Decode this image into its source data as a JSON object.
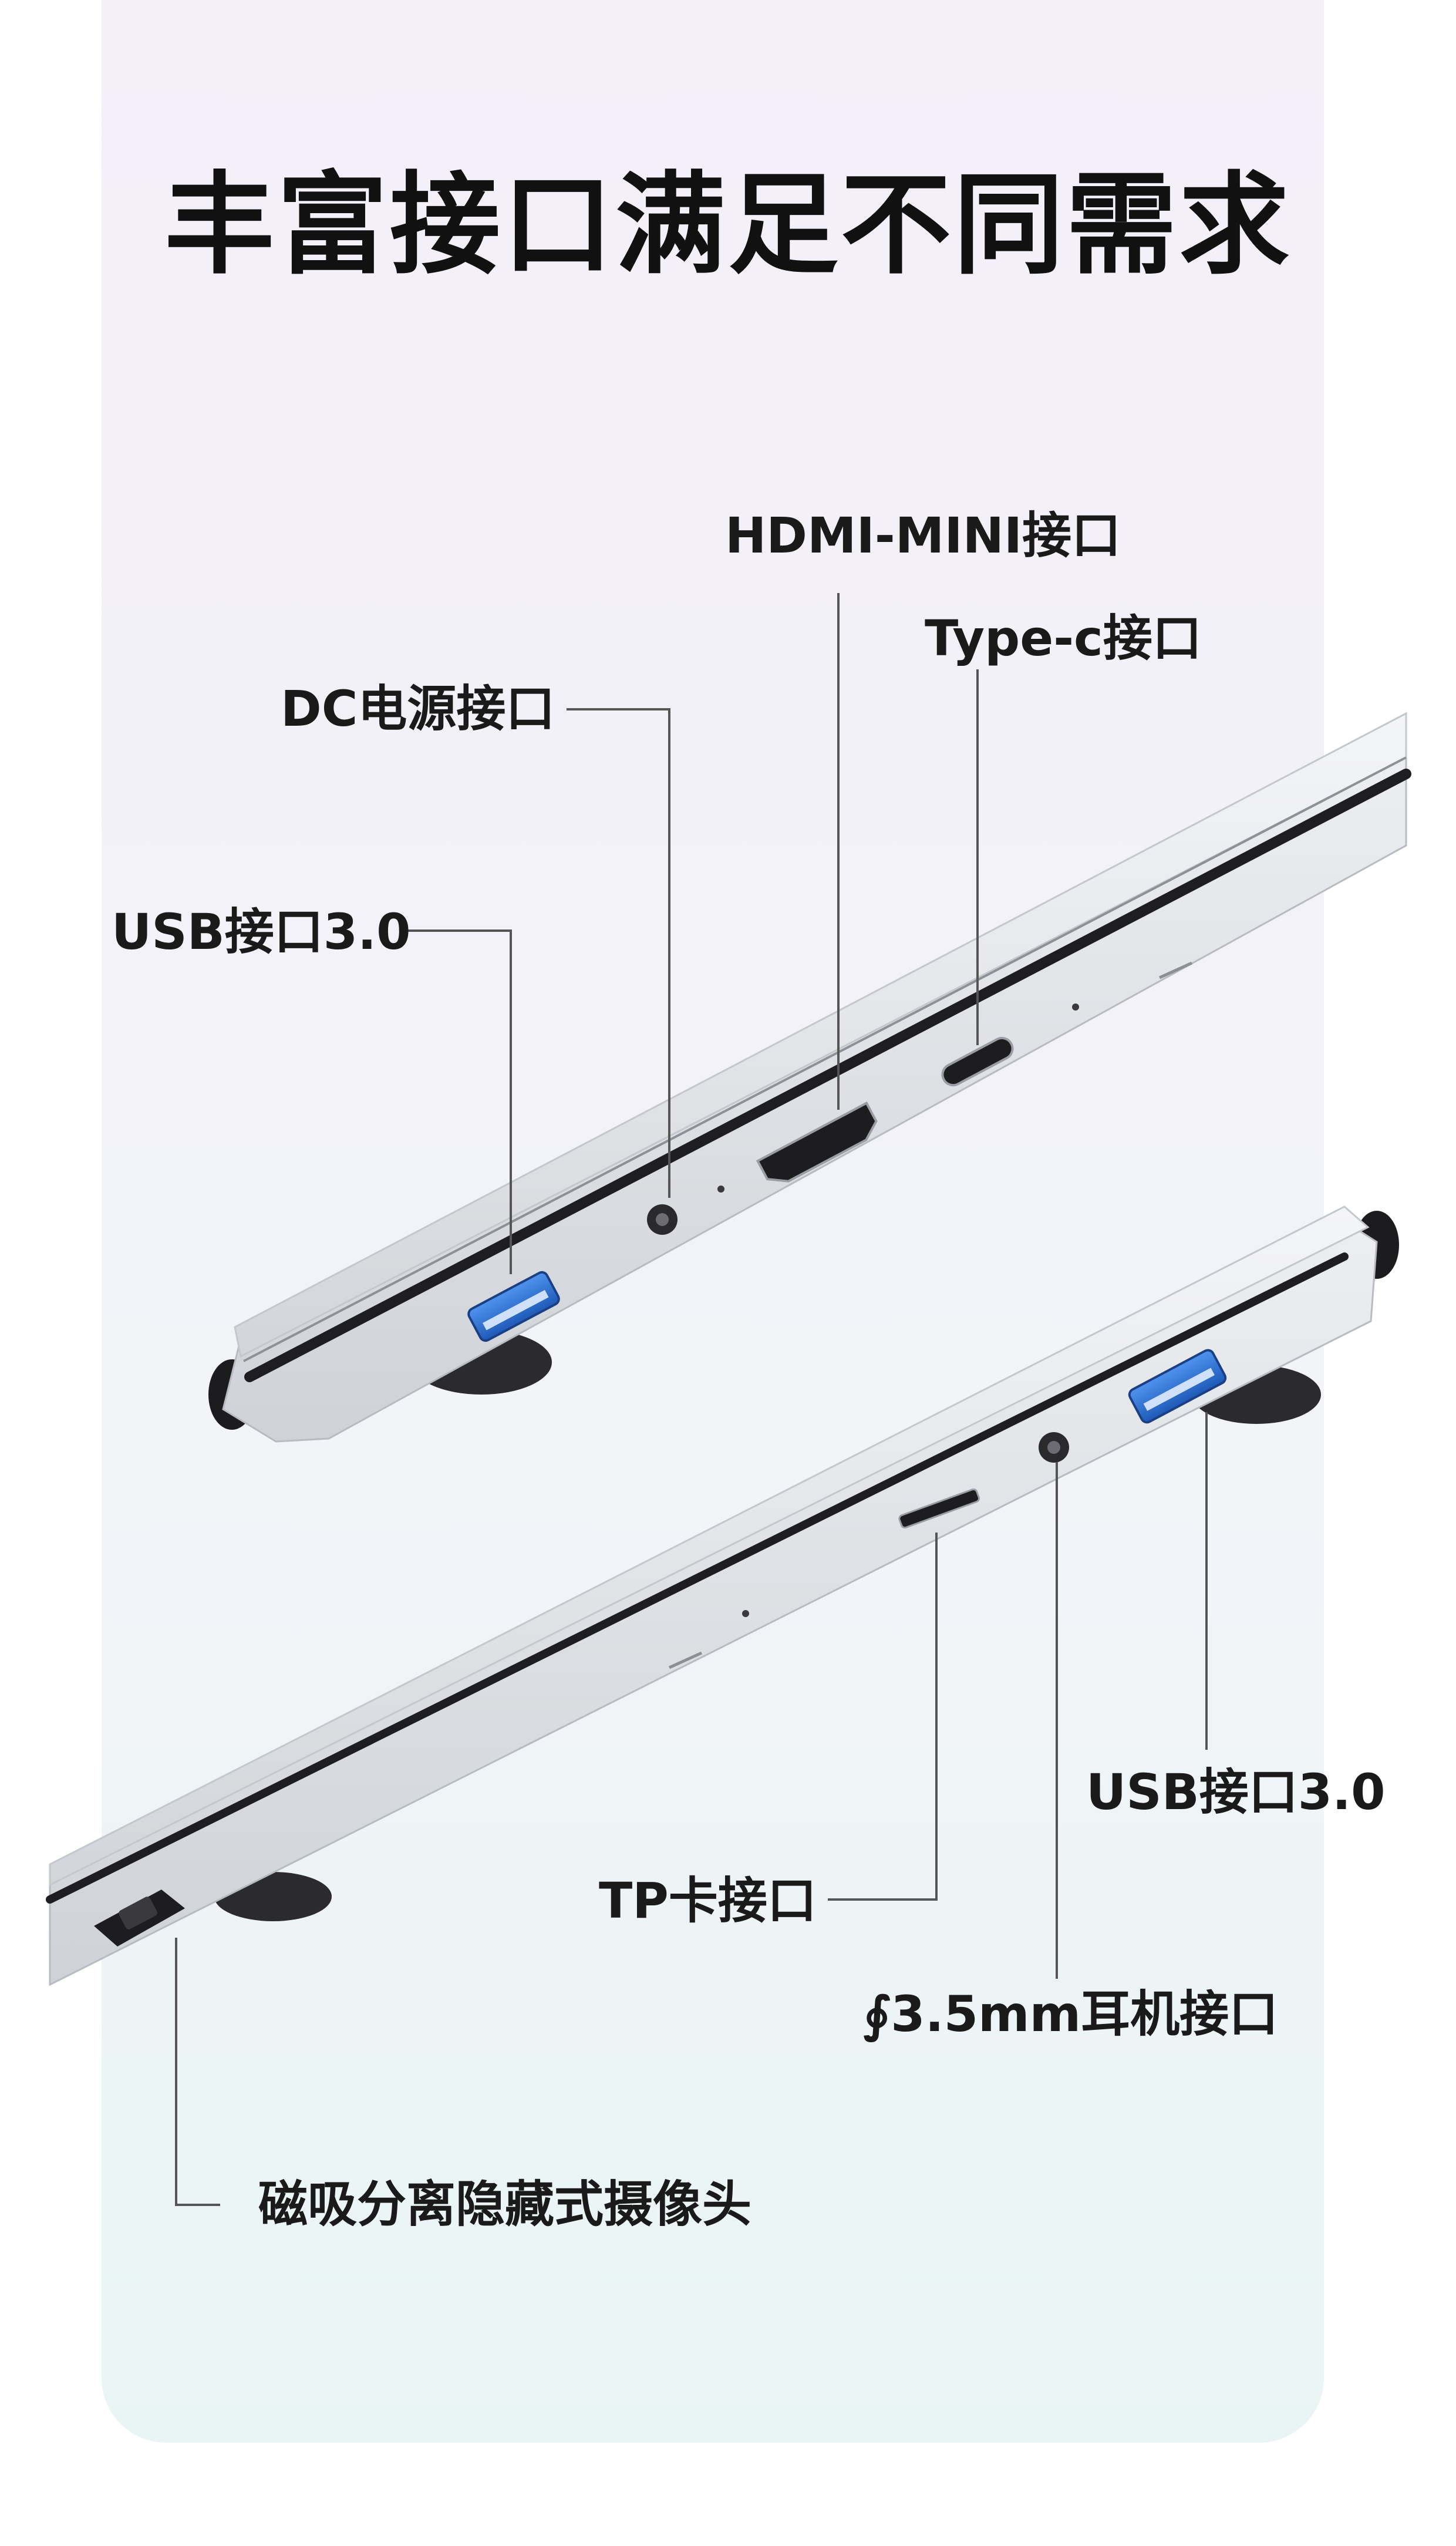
{
  "title": "丰富接口满足不同需求",
  "labels": {
    "hdmi": "HDMI-MINI接口",
    "typec": "Type-c接口",
    "dc": "DC电源接口",
    "usb_top": "USB接口3.0",
    "usb_bottom": "USB接口3.0",
    "tp": "TP卡接口",
    "audio": "∮3.5mm耳机接口",
    "camera": "磁吸分离隐藏式摄像头"
  },
  "icons": [
    "laptop-side-icon",
    "usb-port-icon",
    "hdmi-port-icon",
    "typec-port-icon",
    "dc-jack-icon",
    "audio-jack-icon",
    "card-slot-icon",
    "camera-icon"
  ],
  "colors": {
    "usb_blue": "#2f74d8",
    "leader_line": "#555555",
    "laptop_silver": "#e6e7ea",
    "laptop_dark": "#1e1e22"
  }
}
